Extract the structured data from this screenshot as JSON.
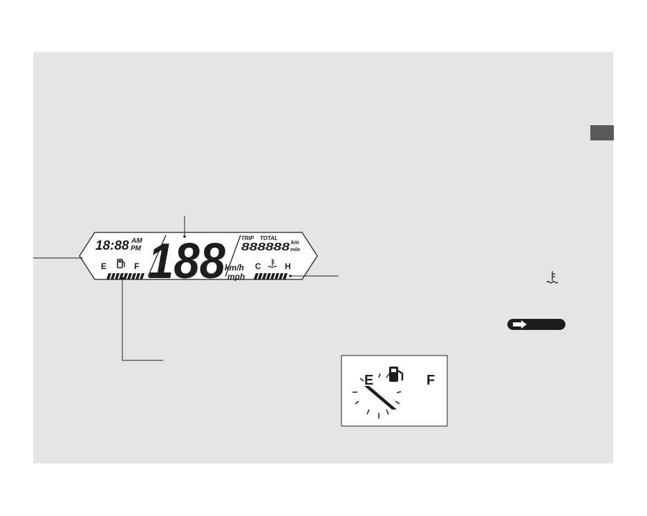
{
  "display": {
    "clock": "18:88",
    "am": "AM",
    "pm": "PM",
    "speed": "188",
    "unit_kmh": "km/h",
    "unit_mph": "mph",
    "trip": "TRIP",
    "total": "TOTAL",
    "odometer": "888888",
    "odo_km": "km",
    "odo_mile": "mile",
    "fuel_empty": "E",
    "fuel_full": "F",
    "temp_cold": "C",
    "temp_hot": "H"
  },
  "inset": {
    "empty": "E",
    "full": "F"
  },
  "colors": {
    "panel": "#e5e5e6",
    "ink": "#1d1d1d",
    "side_tab": "#58595b"
  },
  "icons": [
    "fuel-pump-icon",
    "coolant-temp-icon",
    "arrow-right-icon"
  ]
}
